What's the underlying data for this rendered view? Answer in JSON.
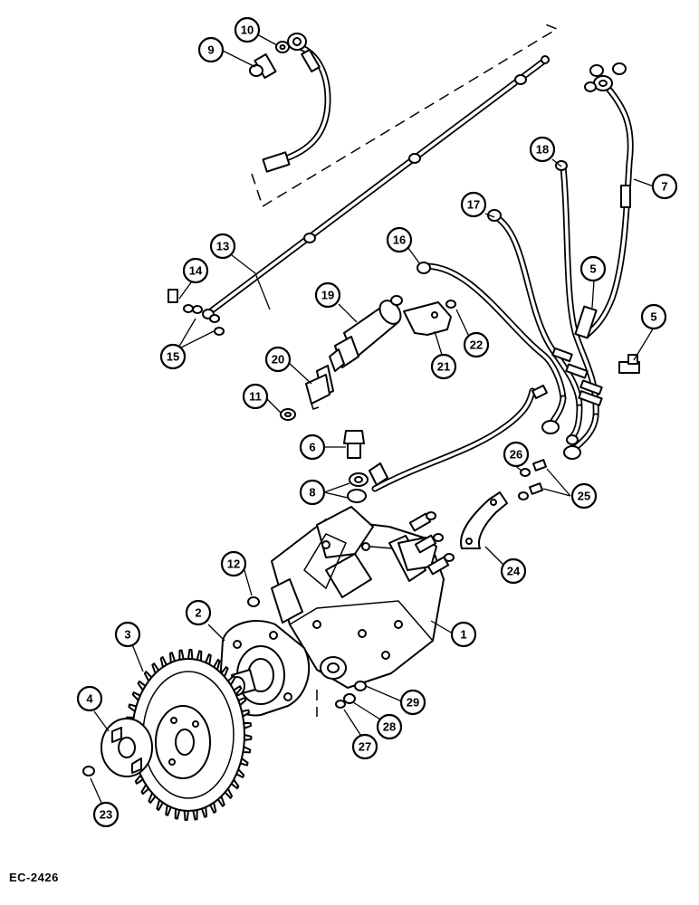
{
  "drawing": {
    "reference_code": "EC-2426",
    "callout_labels": {
      "c1": "1",
      "c2": "2",
      "c3": "3",
      "c4": "4",
      "c5a": "5",
      "c5b": "5",
      "c6": "6",
      "c7": "7",
      "c8": "8",
      "c9": "9",
      "c10": "10",
      "c11": "11",
      "c12": "12",
      "c13": "13",
      "c14": "14",
      "c15": "15",
      "c16": "16",
      "c17": "17",
      "c18": "18",
      "c19": "19",
      "c20": "20",
      "c21": "21",
      "c22": "22",
      "c23": "23",
      "c24": "24",
      "c25": "25",
      "c26": "26",
      "c27": "27",
      "c28": "28",
      "c29": "29"
    }
  }
}
